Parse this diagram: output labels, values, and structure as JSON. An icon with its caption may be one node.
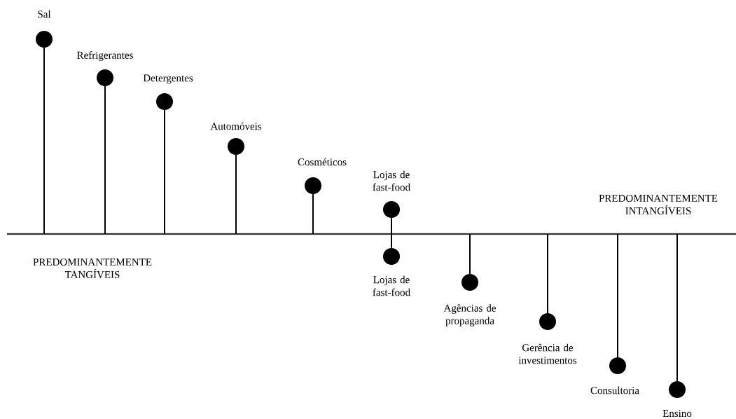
{
  "diagram": {
    "nodes": [
      {
        "text": [],
        "shape": "circle",
        "beside": [
          "Sal"
        ]
      },
      {
        "text": [],
        "shape": "circle",
        "beside": [
          "Refrigerantes"
        ]
      },
      {
        "text": [],
        "shape": "circle",
        "beside": [
          "Detergentes"
        ]
      },
      {
        "text": [],
        "shape": "circle",
        "beside": [
          "Automóveis"
        ]
      },
      {
        "text": [],
        "shape": "circle",
        "beside": [
          "Cosméticos"
        ]
      },
      {
        "text": [],
        "shape": "circle",
        "beside": [
          "Lojas de fast-food"
        ]
      },
      {
        "text": [],
        "shape": "circle",
        "beside": [
          "Lojas de fast-food"
        ]
      },
      {
        "text": [],
        "shape": "circle",
        "beside": [
          "Agências de propaganda"
        ]
      },
      {
        "text": [],
        "shape": "circle",
        "beside": [
          "Gerência de investimentos"
        ]
      },
      {
        "text": [],
        "shape": "circle",
        "beside": [
          "Consultoria"
        ]
      },
      {
        "text": [],
        "shape": "circle",
        "beside": [
          "Ensino"
        ]
      }
    ],
    "edges": [
      {
        "from": 5,
        "to": 6,
        "arrow": "none"
      }
    ],
    "labels": [
      "PREDOMINANTEMENTE INTANGÍVEIS",
      "PREDOMINANTEMENTE TANGÍVEIS"
    ]
  }
}
